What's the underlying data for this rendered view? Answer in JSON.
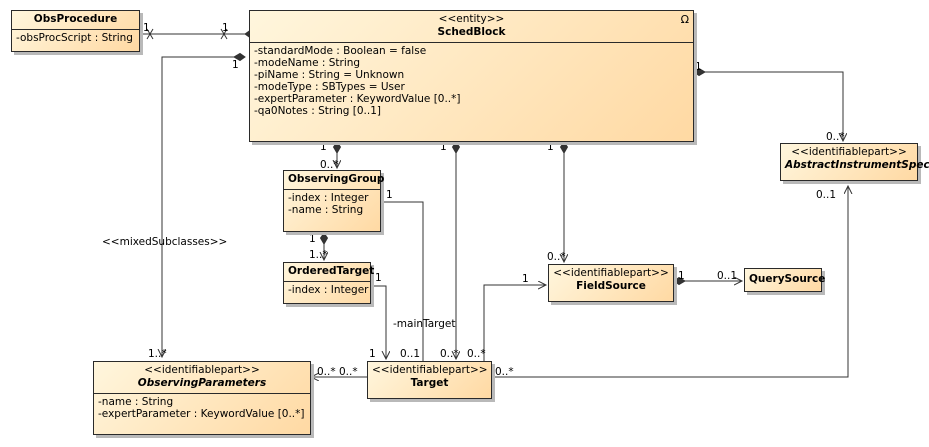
{
  "classes": {
    "obsProcedure": {
      "name": "ObsProcedure",
      "attrs": [
        "-obsProcScript : String"
      ]
    },
    "schedBlock": {
      "stereotype": "<<entity>>",
      "name": "SchedBlock",
      "icon": "omega-icon",
      "attrs": [
        "-standardMode : Boolean = false",
        "-modeName : String",
        "-piName : String = Unknown",
        "-modeType : SBTypes = User",
        "-expertParameter : KeywordValue [0..*]",
        "-qa0Notes : String [0..1]"
      ]
    },
    "abstractInstrumentSpec": {
      "stereotype": "<<identifiablepart>>",
      "name": "AbstractInstrumentSpec"
    },
    "observingGroup": {
      "name": "ObservingGroup",
      "attrs": [
        "-index : Integer",
        "-name : String"
      ]
    },
    "orderedTarget": {
      "name": "OrderedTarget",
      "attrs": [
        "-index : Integer"
      ]
    },
    "fieldSource": {
      "stereotype": "<<identifiablepart>>",
      "name": "FieldSource"
    },
    "querySource": {
      "name": "QuerySource"
    },
    "observingParameters": {
      "stereotype": "<<identifiablepart>>",
      "name": "ObservingParameters",
      "attrs": [
        "-name : String",
        "-expertParameter : KeywordValue [0..*]"
      ]
    },
    "target": {
      "stereotype": "<<identifiablepart>>",
      "name": "Target"
    }
  },
  "labels": {
    "op_sb_a": "1",
    "op_sb_b": "1",
    "sb_obsparams": "1",
    "sb_ais": "1",
    "ais_sb": "0..*",
    "ais_target": "0..1",
    "sb_og": "1",
    "og_sb": "0..*",
    "sb_target": "1",
    "sb_fs": "1",
    "fs_sb": "0..*",
    "og_ot_1": "1",
    "og_ot_2": "1..*",
    "og_target": "1",
    "ot_target": "1",
    "fs_target": "1",
    "fs_qs_1": "1",
    "fs_qs_2": "0..1",
    "mixed": "<<mixedSubclasses>>",
    "obsparams_mult": "1..*",
    "main_target": "-mainTarget",
    "t_1": "1",
    "t_01": "0..1",
    "t_0a": "0..*",
    "t_0b": "0..*",
    "t_op_1": "0..*",
    "t_op_2": "0..*",
    "t_ais": "0..*"
  }
}
